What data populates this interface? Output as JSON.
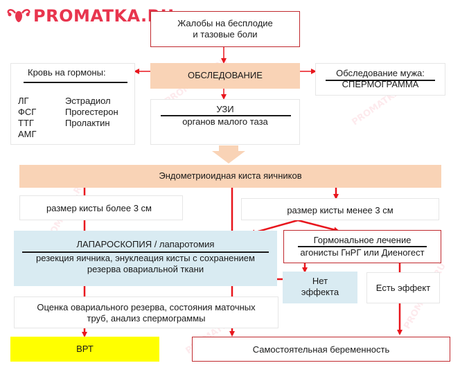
{
  "logo": {
    "text": "PROMATKA.RU",
    "icon": "uterus-icon",
    "color": "#e8354e"
  },
  "watermark": "PROMATKA.RU",
  "nodes": {
    "complaints": {
      "line1": "Жалобы на бесплодие",
      "line2": "и тазовые боли"
    },
    "examination": "ОБСЛЕДОВАНИЕ",
    "hormones": {
      "title": "Кровь на гормоны:",
      "col1": [
        "ЛГ",
        "ФСГ",
        "ТТГ",
        "АМГ"
      ],
      "col2": [
        "Эстрадиол",
        "Прогестерон",
        "Пролактин"
      ]
    },
    "husband": {
      "title": "Обследование мужа:",
      "subtitle": "СПЕРМОГРАММА"
    },
    "ultrasound": {
      "title": "УЗИ",
      "subtitle": "органов малого таза"
    },
    "cyst": "Эндометриоидная киста яичников",
    "size_big": "размер кисты  более 3 см",
    "size_small": "размер кисты менее 3 см",
    "surgery": {
      "title": "ЛАПАРОСКОПИЯ / лапаротомия",
      "line1": "резекция яичника, энуклеация кисты с сохранением",
      "line2": "резерва овариальной ткани"
    },
    "hormonal": {
      "title": "Гормональное лечение",
      "subtitle": "агонисты ГнРГ или Диеногест"
    },
    "no_effect": {
      "line1": "Нет",
      "line2": "эффекта"
    },
    "effect": "Есть эффект",
    "assessment": {
      "line1": "Оценка овариального резерва, состояния маточных",
      "line2": "труб, анализ спермограммы"
    },
    "ivf": "ВРТ",
    "pregnancy": "Самостоятельная беременность"
  },
  "colors": {
    "arrow": "#e8161d",
    "border": "#c0282d",
    "peach": "#f9d3b6",
    "blue": "#d9ebf2",
    "yellow": "#ffff00"
  }
}
